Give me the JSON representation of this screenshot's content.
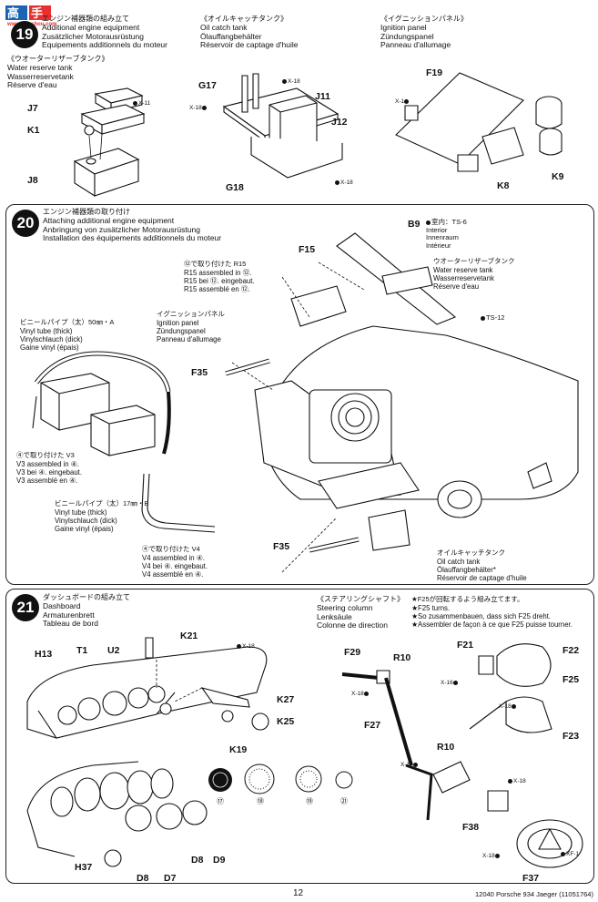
{
  "watermark": {
    "site": "高手网",
    "url": "www.gaoshou.com"
  },
  "step19": {
    "number": "19",
    "title_jp": "エンジン補器類の組み立て",
    "title_en": "Additional engine equipment",
    "title_de": "Zusätzlicher Motorausrüstung",
    "title_fr": "Equipements additionnels du moteur",
    "water": {
      "jp": "《ウオーターリザーブタンク》",
      "en": "Water reserve tank",
      "de": "Wasserreservetank",
      "fr": "Réserve d'eau"
    },
    "oil": {
      "jp": "《オイルキャッチタンク》",
      "en": "Oil catch tank",
      "de": "Ölauffangbehälter",
      "fr": "Réservoir de captage d'huile"
    },
    "ignition": {
      "jp": "《イグニッションパネル》",
      "en": "Ignition panel",
      "de": "Zündungspanel",
      "fr": "Panneau d'allumage"
    },
    "parts": [
      "J7",
      "K1",
      "J8",
      "G17",
      "J11",
      "J12",
      "G18",
      "F19",
      "K9",
      "K8"
    ],
    "screws": [
      "X-11",
      "X-18",
      "X-18",
      "X-18",
      "X-1"
    ]
  },
  "step20": {
    "number": "20",
    "title_jp": "エンジン補器類の取り付け",
    "title_en": "Attaching additional engine equipment",
    "title_de": "Anbringung von zusätzlicher Motorausrüstung",
    "title_fr": "Installation des équipements additionnels du moteur",
    "b9": "B9",
    "interior": {
      "jp": "室内：TS-6",
      "en": "Interior",
      "de": "Innenraum",
      "fr": "Intérieur"
    },
    "f15": "F15",
    "r15": {
      "jp": "⑫で取り付けた R15",
      "en": "R15 assembled in ⑫.",
      "de": "R15 bei ⑫. eingebaut.",
      "fr": "R15 assemblé en ⑫."
    },
    "water": {
      "jp": "ウオーターリザーブタンク",
      "en": "Water reserve tank",
      "de": "Wasserreservetank",
      "fr": "Réserve d'eau"
    },
    "ignition": {
      "jp": "イグニッションパネル",
      "en": "Ignition panel",
      "de": "Zündungspanel",
      "fr": "Panneau d'allumage"
    },
    "ts12": "TS-12",
    "vinyl_a": {
      "jp": "ビニールパイプ（太）50㎜・A",
      "en": "Vinyl tube (thick)",
      "de": "Vinylschlauch (dick)",
      "fr": "Gaine vinyl (épais)"
    },
    "v3": {
      "jp": "④で取り付けた V3",
      "en": "V3 assembled in ④.",
      "de": "V3 bei ④. eingebaut.",
      "fr": "V3 assemblé en ④."
    },
    "vinyl_b": {
      "jp": "ビニールパイプ（太）17㎜・B",
      "en": "Vinyl tube (thick)",
      "de": "Vinylschlauch (dick)",
      "fr": "Gaine vinyl (épais)"
    },
    "v4": {
      "jp": "④で取り付けた V4",
      "en": "V4 assembled in ④.",
      "de": "V4 bei ④. eingebaut.",
      "fr": "V4 assemblé en ④."
    },
    "f35a": "F35",
    "f35b": "F35",
    "oil": {
      "jp": "オイルキャッチタンク",
      "en": "Oil catch tank",
      "de": "Ölauffangbehälter*",
      "fr": "Réservoir de captage d'huile"
    }
  },
  "step21": {
    "number": "21",
    "title_jp": "ダッシュボードの組み立て",
    "title_en": "Dashboard",
    "title_de": "Armaturenbrett",
    "title_fr": "Tableau de bord",
    "steering": {
      "jp": "《ステアリングシャフト》",
      "en": "Steering column",
      "de": "Lenksäule",
      "fr": "Colonne de direction"
    },
    "note": {
      "jp": "★F25が回転するよう組み立てます。",
      "en": "★F25 turns.",
      "de": "★So zusammenbauen, dass sich F25 dreht.",
      "fr": "★Assembler de façon à ce que F25 puisse tourner."
    },
    "parts": [
      "K21",
      "H13",
      "T1",
      "U2",
      "K27",
      "K25",
      "K19",
      "H37",
      "D8",
      "D9",
      "D8",
      "D7",
      "F29",
      "R10",
      "F21",
      "F22",
      "F25",
      "F23",
      "F27",
      "R10",
      "F38",
      "F37"
    ],
    "screws": [
      "X-18",
      "X-18",
      "X-16",
      "X-18",
      "X-18",
      "X-18",
      "X-18",
      "XF-1"
    ],
    "gauges": [
      "⑰",
      "⑱",
      "⑲",
      "㉑"
    ]
  },
  "footer": {
    "page": "12",
    "product": "12040 Porsche 934 Jaeger (11051764)"
  }
}
